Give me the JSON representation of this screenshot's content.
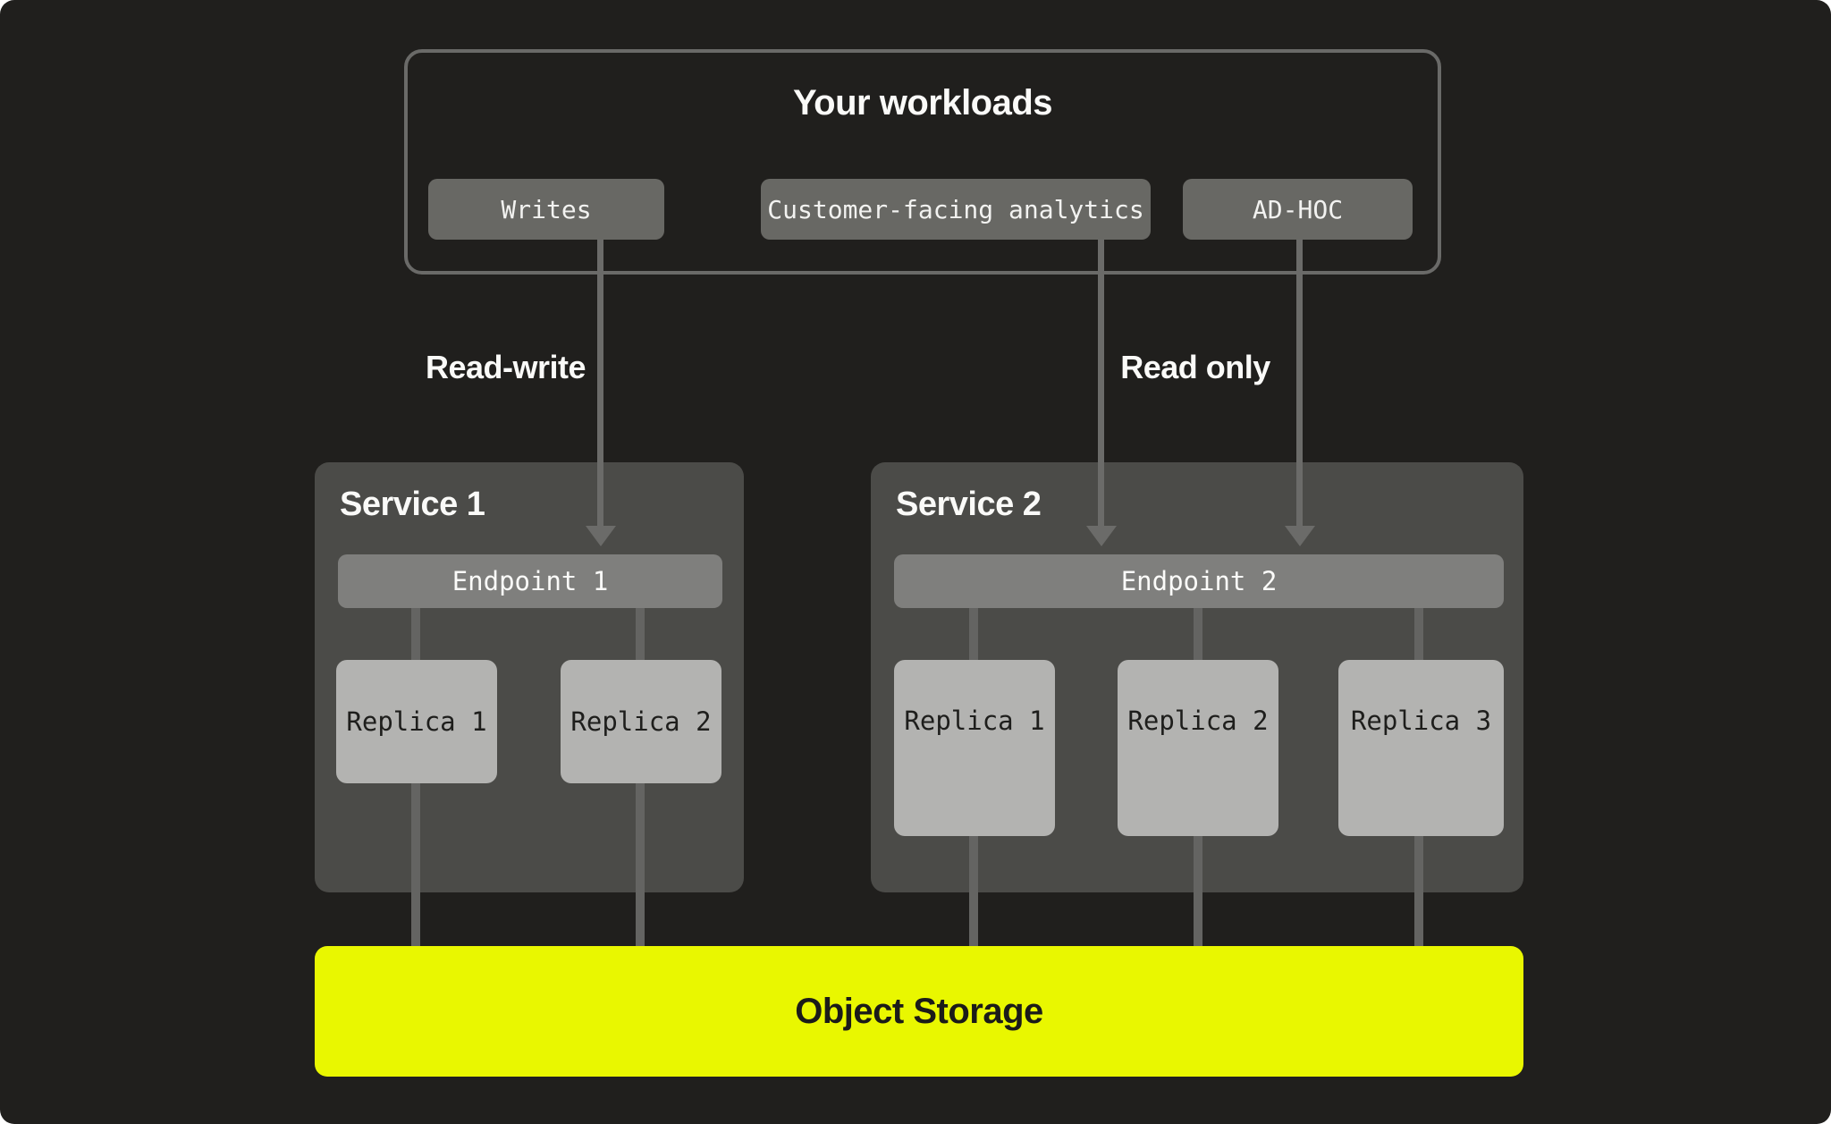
{
  "workloads": {
    "title": "Your workloads",
    "items": [
      {
        "label": "Writes"
      },
      {
        "label": "Customer-facing analytics"
      },
      {
        "label": "AD-HOC"
      }
    ]
  },
  "edges": {
    "read_write_label": "Read-write",
    "read_only_label": "Read only"
  },
  "services": [
    {
      "title": "Service 1",
      "endpoint": "Endpoint 1",
      "replicas": [
        "Replica 1",
        "Replica 2"
      ]
    },
    {
      "title": "Service 2",
      "endpoint": "Endpoint 2",
      "replicas": [
        "Replica 1",
        "Replica 2",
        "Replica 3"
      ]
    }
  ],
  "storage": {
    "label": "Object Storage"
  },
  "colors": {
    "canvas_bg": "#201F1D",
    "service_box": "#4B4B48",
    "endpoint_bar": "#7F7F7D",
    "replica_box": "#B3B3B1",
    "chip": "#686864",
    "line": "#6B6B69",
    "accent_yellow": "#E9F700",
    "text_light": "#FAFAF8",
    "text_dark": "#1E1E1C"
  }
}
